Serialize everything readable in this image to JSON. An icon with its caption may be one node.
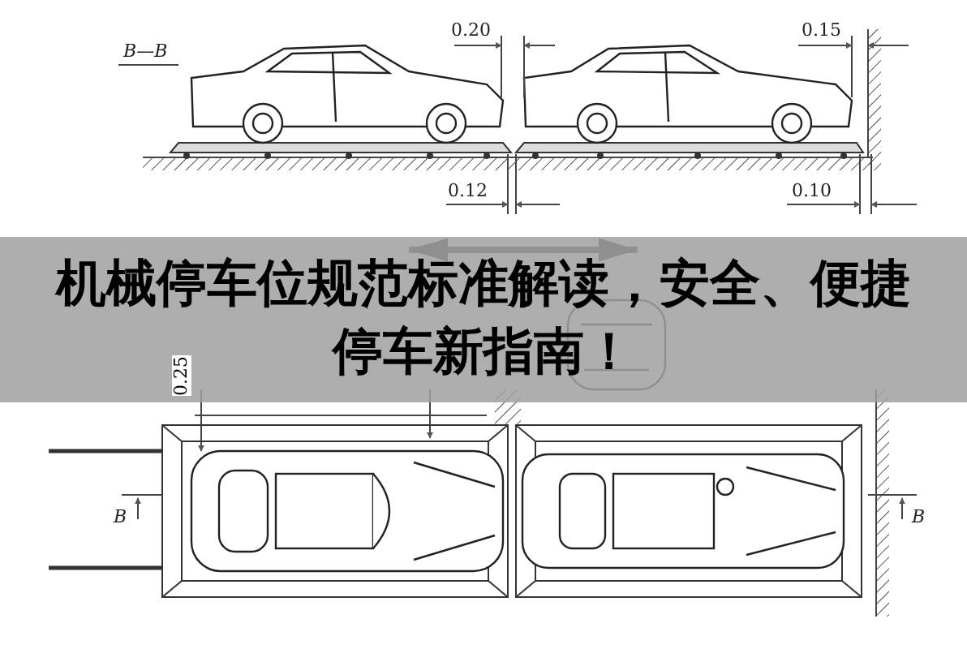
{
  "diagram": {
    "title": "机械停车位规范标准解读，安全、便捷停车新指南！",
    "labels": [
      "B—B",
      "0.20",
      "0.15",
      "0.12",
      "0.10",
      "0.25",
      "B",
      "B"
    ]
  }
}
